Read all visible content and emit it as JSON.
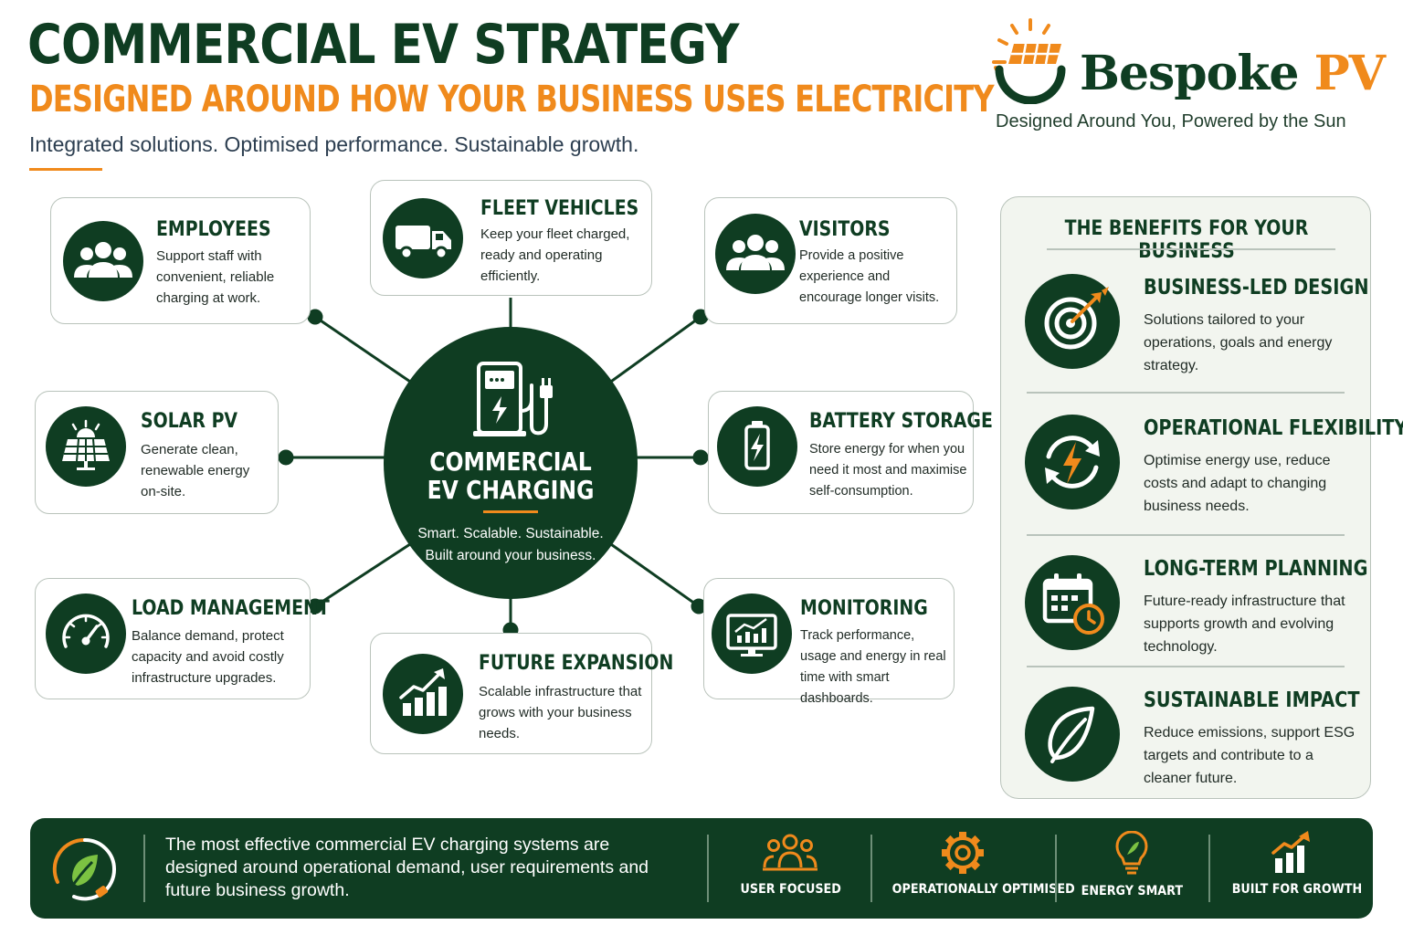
{
  "header": {
    "title": "COMMERCIAL EV STRATEGY",
    "subtitle": "DESIGNED AROUND HOW YOUR BUSINESS USES ELECTRICITY",
    "tagline": "Integrated solutions. Optimised performance. Sustainable growth."
  },
  "brand": {
    "name_main": "Bespoke",
    "name_accent": "PV",
    "tagline": "Designed Around You, Powered by the Sun"
  },
  "hub": {
    "title_line1": "COMMERCIAL",
    "title_line2": "EV CHARGING",
    "sub_line1": "Smart. Scalable. Sustainable.",
    "sub_line2": "Built around your business."
  },
  "cards": {
    "employees": {
      "title": "EMPLOYEES",
      "text": "Support staff with convenient, reliable charging at work.",
      "icon": "people-icon"
    },
    "fleet": {
      "title": "FLEET VEHICLES",
      "text": "Keep your fleet charged, ready and operating efficiently.",
      "icon": "van-icon"
    },
    "visitors": {
      "title": "VISITORS",
      "text": "Provide a positive experience and encourage longer visits.",
      "icon": "people-icon"
    },
    "solar": {
      "title": "SOLAR PV",
      "text": "Generate clean, renewable energy on-site.",
      "icon": "solar-panel-icon"
    },
    "battery": {
      "title": "BATTERY STORAGE",
      "text": "Store energy for when you need it most and maximise self-consumption.",
      "icon": "battery-icon"
    },
    "load": {
      "title": "LOAD MANAGEMENT",
      "text": "Balance demand, protect capacity and avoid costly infrastructure upgrades.",
      "icon": "gauge-icon"
    },
    "expansion": {
      "title": "FUTURE EXPANSION",
      "text": "Scalable infrastructure that grows with your business needs.",
      "icon": "growth-chart-icon"
    },
    "monitoring": {
      "title": "MONITORING",
      "text": "Track performance, usage and energy in real time with smart dashboards.",
      "icon": "monitor-chart-icon"
    }
  },
  "benefits": {
    "heading": "THE BENEFITS FOR YOUR BUSINESS",
    "items": [
      {
        "title": "BUSINESS-LED DESIGN",
        "text": "Solutions tailored to your operations, goals and energy strategy.",
        "icon": "target-icon"
      },
      {
        "title": "OPERATIONAL FLEXIBILITY",
        "text": "Optimise energy use, reduce costs and adapt to changing business needs.",
        "icon": "refresh-bolt-icon"
      },
      {
        "title": "LONG-TERM PLANNING",
        "text": "Future-ready infrastructure that supports growth and evolving technology.",
        "icon": "calendar-clock-icon"
      },
      {
        "title": "SUSTAINABLE IMPACT",
        "text": "Reduce emissions, support ESG targets and contribute to a cleaner future.",
        "icon": "leaf-icon"
      }
    ]
  },
  "footer": {
    "statement": "The most effective commercial EV charging systems are designed around operational demand, user requirements and future business growth.",
    "items": [
      {
        "label": "USER FOCUSED",
        "icon": "users-icon"
      },
      {
        "label": "OPERATIONALLY OPTIMISED",
        "icon": "gear-icon"
      },
      {
        "label": "ENERGY SMART",
        "icon": "lightbulb-icon"
      },
      {
        "label": "BUILT FOR GROWTH",
        "icon": "bar-growth-icon"
      }
    ]
  },
  "colors": {
    "primary": "#0f3d22",
    "accent": "#f08a1c",
    "panel": "#f2f5ef",
    "border": "#b9c3bb"
  }
}
